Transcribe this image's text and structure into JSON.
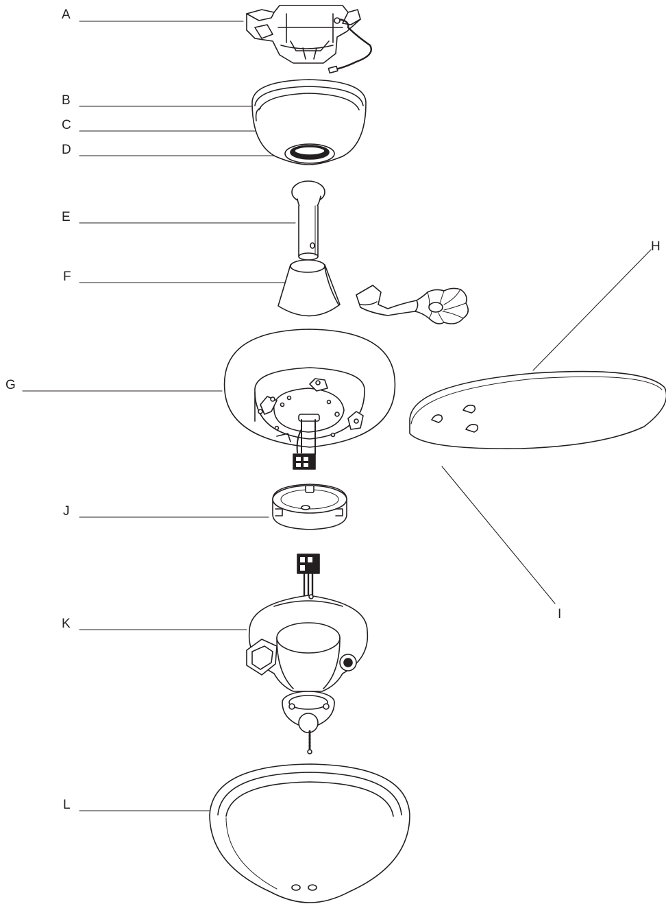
{
  "diagram": {
    "labels": {
      "A": "A",
      "B": "B",
      "C": "C",
      "D": "D",
      "E": "E",
      "F": "F",
      "G": "G",
      "H": "H",
      "I": "I",
      "J": "J",
      "K": "K",
      "L": "L"
    },
    "colors": {
      "ink": "#231f20",
      "fill": "#ffffff"
    }
  }
}
